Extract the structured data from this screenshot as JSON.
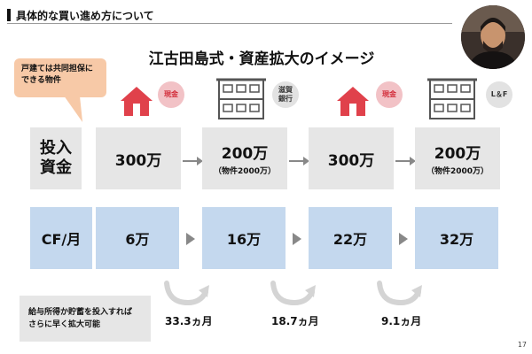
{
  "header": {
    "title": "具体的な買い進め方について"
  },
  "main_title": "江古田島式・資産拡大のイメージ",
  "callout": {
    "line1": "戸建ては共同担保に",
    "line2": "できる物件"
  },
  "steps": [
    {
      "icon": "house-icon",
      "badge": "現金",
      "badge_color": "#d22b38"
    },
    {
      "icon": "apartment-icon",
      "badge_line1": "滋賀",
      "badge_line2": "銀行"
    },
    {
      "icon": "house-icon",
      "badge": "現金",
      "badge_color": "#d22b38"
    },
    {
      "icon": "apartment-icon",
      "badge": "L＆F"
    }
  ],
  "investment": {
    "label_line1": "投入",
    "label_line2": "資金",
    "values": [
      {
        "amount": "300万",
        "note": ""
      },
      {
        "amount": "200万",
        "note": "（物件2000万）"
      },
      {
        "amount": "300万",
        "note": ""
      },
      {
        "amount": "200万",
        "note": "（物件2000万）"
      }
    ]
  },
  "cashflow": {
    "label": "CF/月",
    "values": [
      "6万",
      "16万",
      "22万",
      "32万"
    ]
  },
  "periods": [
    "33.3ヵ月",
    "18.7ヵ月",
    "9.1ヵ月"
  ],
  "note": {
    "line1": "給与所得か貯蓄を投入すれば",
    "line2": "さらに早く拡大可能"
  },
  "page_number": "17",
  "colors": {
    "accent_red": "#e0414b",
    "cf_blue": "#c4d8ee",
    "box_grey": "#e6e6e6",
    "callout_peach": "#f7c9a7"
  }
}
